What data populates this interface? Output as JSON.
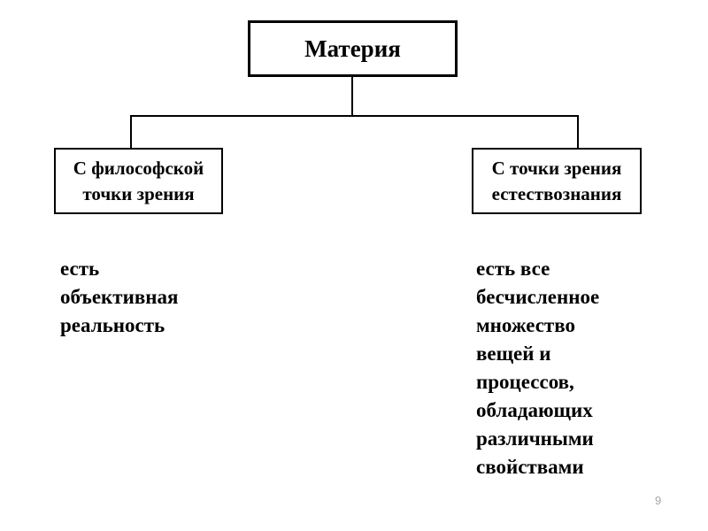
{
  "diagram": {
    "root": {
      "label": "Материя"
    },
    "branches": [
      {
        "label": "С философской\nточки зрения",
        "description": "есть\nобъективная\nреальность"
      },
      {
        "label": "С точки зрения\nестествознания",
        "description": "есть все\nбесчисленное\nмножество\nвещей и\nпроцессов,\nобладающих\nразличными\nсвойствами"
      }
    ]
  },
  "page_number": "9",
  "colors": {
    "background": "#ffffff",
    "border": "#000000",
    "text": "#000000",
    "page_number": "#a6a6a6"
  }
}
